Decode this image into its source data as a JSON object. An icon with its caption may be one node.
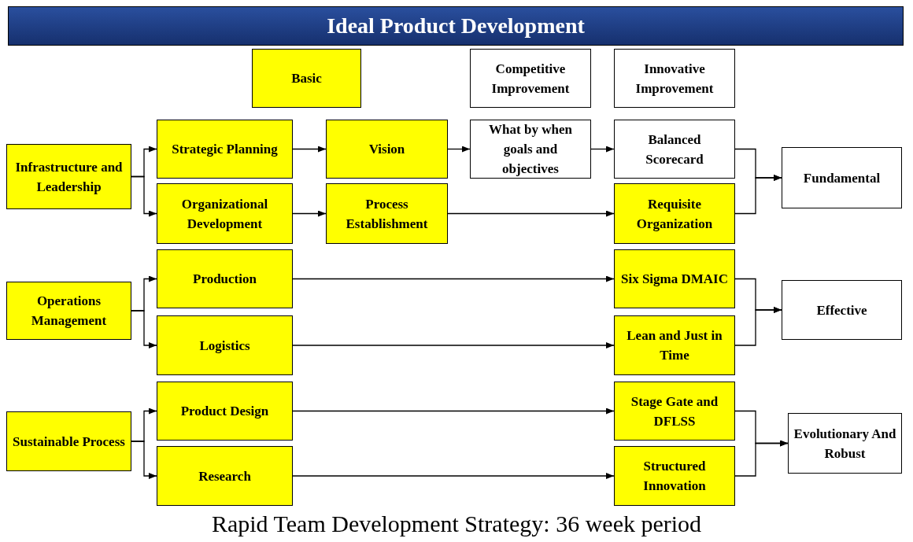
{
  "diagram": {
    "title": "Ideal Product Development",
    "caption": "Rapid Team Development Strategy: 36 week period",
    "nodes": [
      {
        "text": [
          "Basic"
        ]
      },
      {
        "text": [
          "Competitive Improvement"
        ]
      },
      {
        "text": [
          "Innovative Improvement"
        ]
      },
      {
        "text": [
          "Infrastructure and Leadership"
        ]
      },
      {
        "text": [
          "Strategic Planning"
        ]
      },
      {
        "text": [
          "Organizational Development"
        ]
      },
      {
        "text": [
          "Vision"
        ]
      },
      {
        "text": [
          "Process Establishment"
        ]
      },
      {
        "text": [
          "What by when goals and objectives"
        ]
      },
      {
        "text": [
          "Balanced Scorecard"
        ]
      },
      {
        "text": [
          "Requisite Organization"
        ]
      },
      {
        "text": [
          "Fundamental"
        ]
      },
      {
        "text": [
          "Operations Management"
        ]
      },
      {
        "text": [
          "Production"
        ]
      },
      {
        "text": [
          "Logistics"
        ]
      },
      {
        "text": [
          "Six Sigma DMAIC"
        ]
      },
      {
        "text": [
          "Lean and Just in Time"
        ]
      },
      {
        "text": [
          "Effective"
        ]
      },
      {
        "text": [
          "Sustainable Process"
        ]
      },
      {
        "text": [
          "Product Design"
        ]
      },
      {
        "text": [
          "Research"
        ]
      },
      {
        "text": [
          "Stage Gate and DFLSS"
        ]
      },
      {
        "text": [
          "Structured Innovation"
        ]
      },
      {
        "text": [
          "Evolutionary And Robust"
        ]
      }
    ],
    "edges": [
      {
        "from": 3,
        "to": 4,
        "arrow": "to"
      },
      {
        "from": 3,
        "to": 5,
        "arrow": "to"
      },
      {
        "from": 4,
        "to": 6,
        "arrow": "to"
      },
      {
        "from": 6,
        "to": 8,
        "arrow": "to"
      },
      {
        "from": 8,
        "to": 9,
        "arrow": "to"
      },
      {
        "from": 5,
        "to": 7,
        "arrow": "to"
      },
      {
        "from": 7,
        "to": 10,
        "arrow": "to"
      },
      {
        "from": 9,
        "to": 11,
        "arrow": "to"
      },
      {
        "from": 10,
        "to": 11,
        "arrow": "to"
      },
      {
        "from": 12,
        "to": 13,
        "arrow": "to"
      },
      {
        "from": 12,
        "to": 14,
        "arrow": "to"
      },
      {
        "from": 13,
        "to": 15,
        "arrow": "to"
      },
      {
        "from": 14,
        "to": 16,
        "arrow": "to"
      },
      {
        "from": 15,
        "to": 17,
        "arrow": "to"
      },
      {
        "from": 16,
        "to": 17,
        "arrow": "to"
      },
      {
        "from": 18,
        "to": 19,
        "arrow": "to"
      },
      {
        "from": 18,
        "to": 20,
        "arrow": "to"
      },
      {
        "from": 19,
        "to": 21,
        "arrow": "to"
      },
      {
        "from": 20,
        "to": 22,
        "arrow": "to"
      },
      {
        "from": 21,
        "to": 23,
        "arrow": "to"
      },
      {
        "from": 22,
        "to": 23,
        "arrow": "to"
      }
    ]
  }
}
